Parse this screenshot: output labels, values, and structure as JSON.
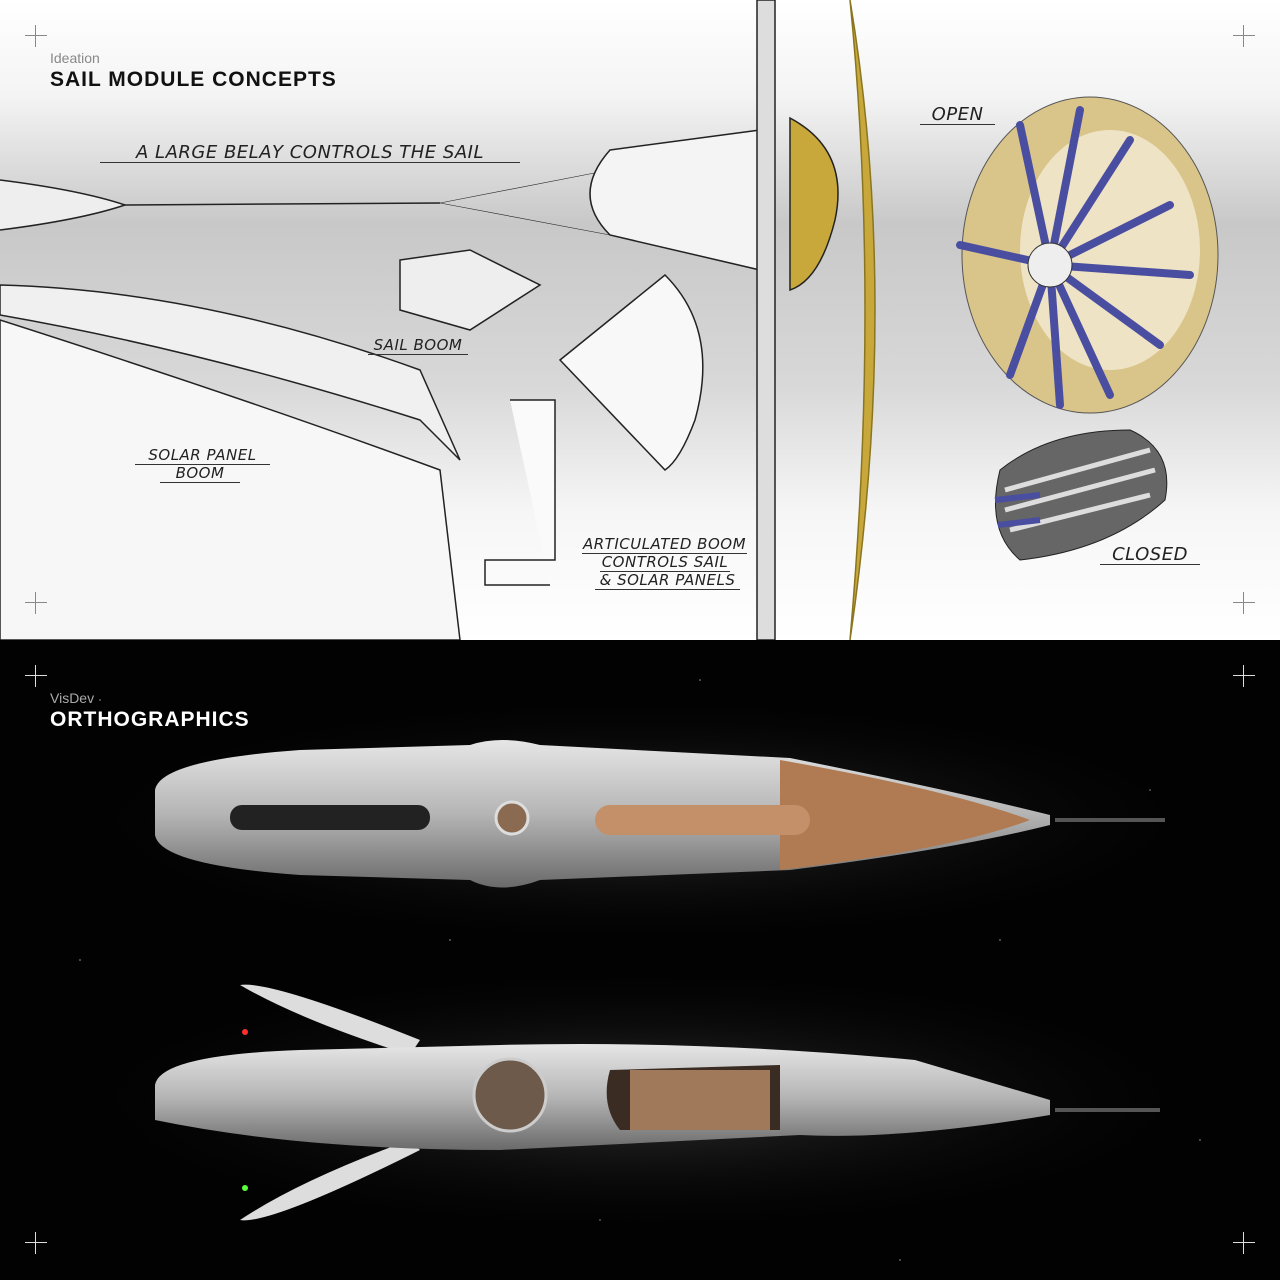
{
  "ideation": {
    "label": "Ideation",
    "title": "SAIL MODULE CONCEPTS",
    "notes": {
      "belay": "A LARGE BELAY CONTROLS THE SAIL",
      "sail_boom": "SAIL BOOM",
      "solar_boom_1": "SOLAR PANEL",
      "solar_boom_2": "BOOM",
      "artic_1": "ARTICULATED BOOM",
      "artic_2": "CONTROLS SAIL",
      "artic_3": "& SOLAR PANELS",
      "open": "OPEN",
      "closed": "CLOSED"
    }
  },
  "visdev": {
    "label": "VisDev",
    "title": "ORTHOGRAPHICS"
  },
  "colors": {
    "sail_gold": "#c8a83a",
    "panel_blue": "#4a4ea0",
    "hull": "#bdbdbd",
    "wood": "#b07a52"
  }
}
